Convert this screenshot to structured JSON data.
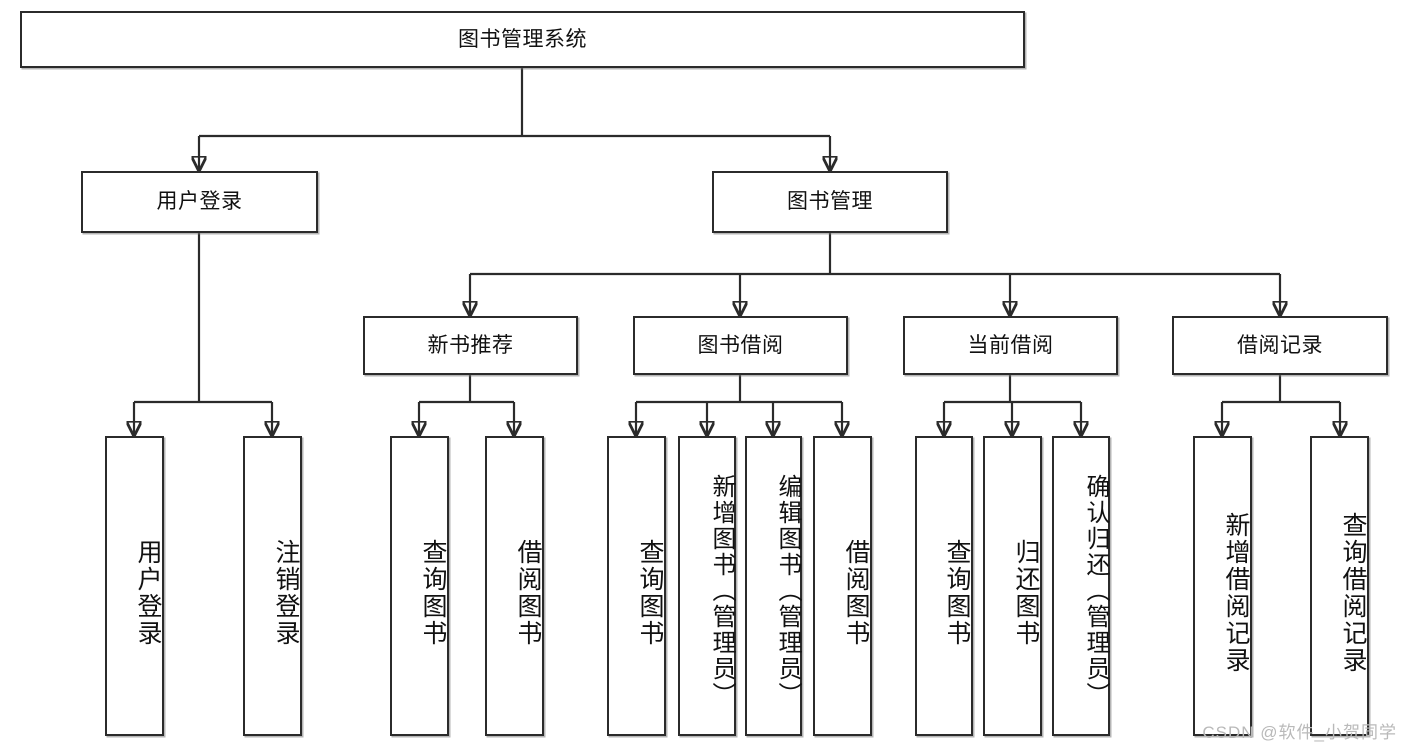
{
  "diagram": {
    "title": "图书管理系统",
    "type": "功能结构图",
    "style": {
      "box_border_color": "#2b2b2b",
      "box_fill_color": "#ffffff",
      "connector_color": "#2b2b2b",
      "text_color": "#111111",
      "watermark_color": "#b9b9b9",
      "background": "#ffffff"
    }
  },
  "root": {
    "label": "图书管理系统"
  },
  "level2": [
    {
      "label": "用户登录"
    },
    {
      "label": "图书管理"
    }
  ],
  "level3": [
    {
      "label": "新书推荐"
    },
    {
      "label": "图书借阅"
    },
    {
      "label": "当前借阅"
    },
    {
      "label": "借阅记录"
    }
  ],
  "leaves": {
    "user_login": [
      {
        "label": "用户登录"
      },
      {
        "label": "注销登录"
      }
    ],
    "new_book": [
      {
        "label": "查询图书"
      },
      {
        "label": "借阅图书"
      }
    ],
    "book_borrow": [
      {
        "label": "查询图书"
      },
      {
        "label": "新增图书（管理员）"
      },
      {
        "label": "编辑图书（管理员）"
      },
      {
        "label": "借阅图书"
      }
    ],
    "current_borrow": [
      {
        "label": "查询图书"
      },
      {
        "label": "归还图书"
      },
      {
        "label": "确认归还（管理员）"
      }
    ],
    "borrow_record": [
      {
        "label": "新增借阅记录"
      },
      {
        "label": "查询借阅记录"
      }
    ]
  },
  "watermark": {
    "text": "CSDN @软件_小贺同学"
  }
}
